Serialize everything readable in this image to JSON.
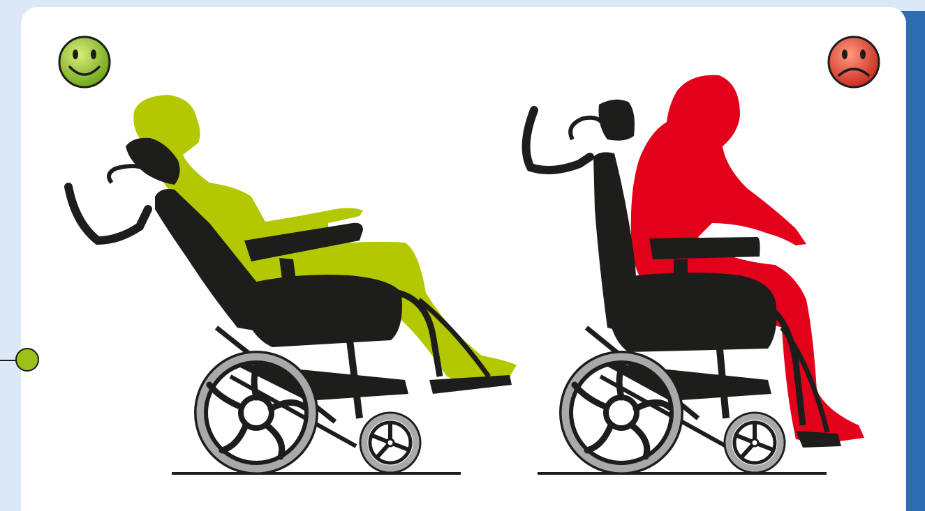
{
  "colors": {
    "background": "#dbe8f5",
    "card": "#ffffff",
    "card_shadow": "#2f6db3",
    "good_posture": "#b3c800",
    "bad_posture": "#e3001b",
    "wheelchair": "#1d1d1b",
    "tyre": "#a9a9a9",
    "smiley_green": "#8cbf1f",
    "smiley_red": "#e43a2a"
  },
  "panels": [
    {
      "id": "good",
      "icon": "happy-face-icon",
      "figure": "reclined-seated-person",
      "wheelchair": "tilt-in-space-wheelchair-reclined"
    },
    {
      "id": "bad",
      "icon": "sad-face-icon",
      "figure": "slumped-seated-person",
      "wheelchair": "tilt-in-space-wheelchair-upright"
    }
  ]
}
